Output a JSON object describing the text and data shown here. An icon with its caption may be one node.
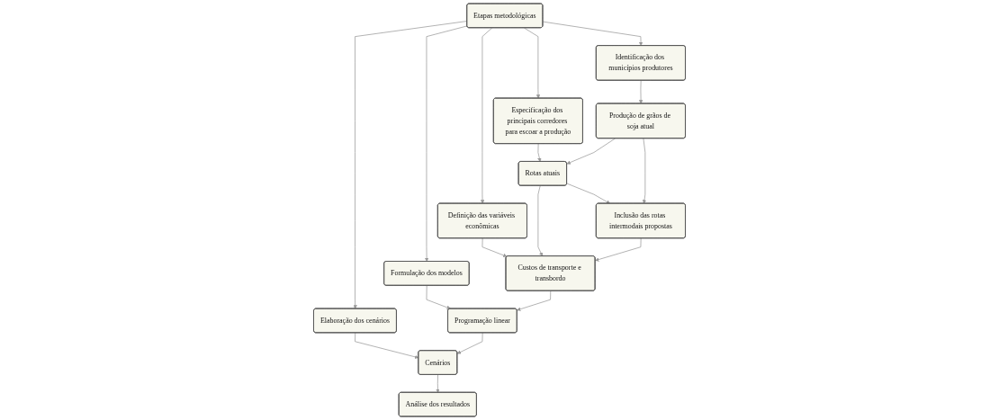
{
  "diagram": {
    "nodes": [
      {
        "text": [
          "Etapas metodológicas"
        ]
      },
      {
        "text": [
          "Identificação dos municípios produtores"
        ]
      },
      {
        "text": [
          "Especificação dos principais corredores para escoar a produção"
        ]
      },
      {
        "text": [
          "Definição das variáveis econômicas"
        ]
      },
      {
        "text": [
          "Formulação dos modelos"
        ]
      },
      {
        "text": [
          "Elaboração dos cenários"
        ]
      },
      {
        "text": [
          "Produção de grãos de soja atual"
        ]
      },
      {
        "text": [
          "Rotas atuais"
        ]
      },
      {
        "text": [
          "Custos de transporte e transbordo"
        ]
      },
      {
        "text": [
          "Programação linear"
        ]
      },
      {
        "text": [
          "Cenários"
        ]
      },
      {
        "text": [
          "Inclusão das rotas intermodais propostas"
        ]
      },
      {
        "text": [
          "Análise dos resultados"
        ]
      }
    ],
    "edges": [
      {
        "from": 0,
        "to": 1,
        "arrow": "to"
      },
      {
        "from": 0,
        "to": 2,
        "arrow": "to"
      },
      {
        "from": 0,
        "to": 3,
        "arrow": "to"
      },
      {
        "from": 0,
        "to": 4,
        "arrow": "to"
      },
      {
        "from": 0,
        "to": 5,
        "arrow": "to"
      },
      {
        "from": 1,
        "to": 6,
        "arrow": "to"
      },
      {
        "from": 2,
        "to": 7,
        "arrow": "to"
      },
      {
        "from": 3,
        "to": 8,
        "arrow": "to"
      },
      {
        "from": 4,
        "to": 9,
        "arrow": "to"
      },
      {
        "from": 5,
        "to": 10,
        "arrow": "to"
      },
      {
        "from": 6,
        "to": 7,
        "arrow": "to"
      },
      {
        "from": 7,
        "to": 8,
        "arrow": "to"
      },
      {
        "from": 8,
        "to": 9,
        "arrow": "to"
      },
      {
        "from": 9,
        "to": 10,
        "arrow": "to"
      },
      {
        "from": 7,
        "to": 11,
        "arrow": "to"
      },
      {
        "from": 6,
        "to": 11,
        "arrow": "to"
      },
      {
        "from": 11,
        "to": 8,
        "arrow": "to"
      },
      {
        "from": 10,
        "to": 12,
        "arrow": "to"
      }
    ]
  }
}
